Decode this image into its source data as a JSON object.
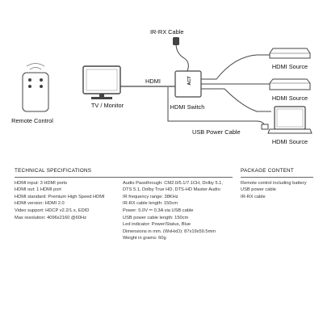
{
  "diagram": {
    "remote_control_label": "Remote Control",
    "tv_monitor_label": "TV / Monitor",
    "hdmi_cable_label": "HDMI",
    "hdmi_switch_label": "HDMI Switch",
    "ir_rx_cable_label": "IR-RX Cable",
    "usb_power_cable_label": "USB Power Cable",
    "hdmi_sources": [
      "HDMI Source",
      "HDMI Source",
      "HDMI Source"
    ],
    "device_brand": "ACT"
  },
  "technical_specifications": {
    "heading": "TECHNICAL SPECIFICATIONS",
    "column1": [
      "HDMI input: 3 HDMI ports",
      "HDMI out: 1 HDMI port",
      "HDMI standard: Premium High Speed HDMI",
      "HDMI version: HDMI 2.0",
      "Video support: HDCP v2.2/1.x, EDID",
      "Max resolution: 4096x2160 @60Hz"
    ],
    "column2": [
      "Audio Passthrough: CM2.0/5.1/7.1CH, Dolby 5.1,",
      "DTS 5.1, Dolby True HD, DTS-HD Master Audio",
      "IR frequency range: 38KHz",
      "IR-RX cable length: 150cm",
      "Power: 5.0V ⎓ 0.3A via USB cable",
      "USB power cable length: 150cm",
      "Led indicator: Power/Status, Blue",
      "Dimensions in mm. (WxHxD): 87x19x59.5mm",
      "Weight in grams: 60g"
    ]
  },
  "package_content": {
    "heading": "PACKAGE CONTENT",
    "items": [
      "Remote control including battery",
      "USB power cable",
      "IR-RX cable"
    ]
  }
}
